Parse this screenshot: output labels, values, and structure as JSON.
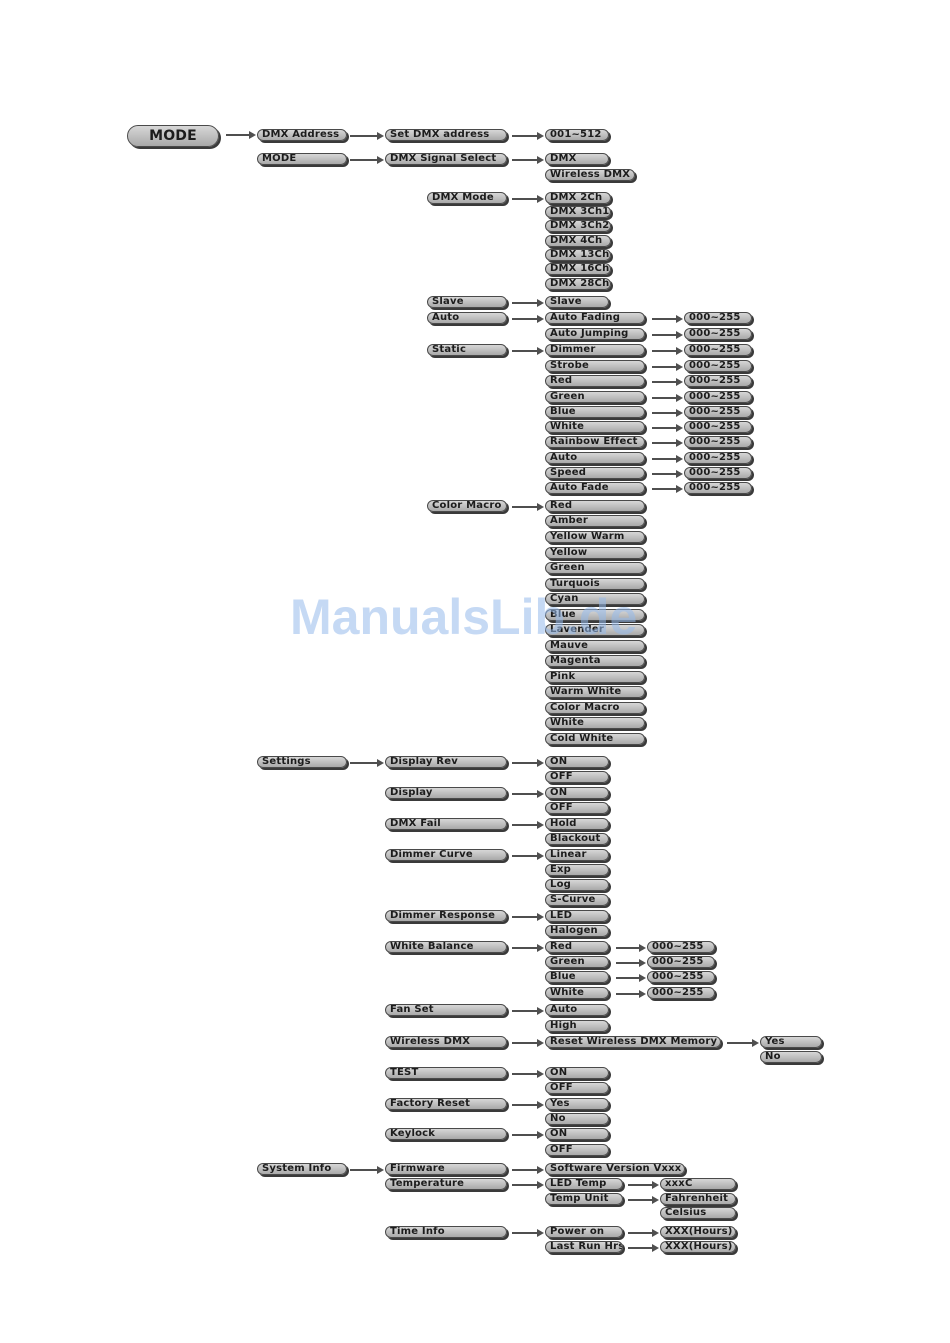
{
  "nodes": {
    "mode_root": "MODE",
    "dmx_address": "DMX Address",
    "mode": "MODE",
    "settings": "Settings",
    "system_info": "System Info",
    "set_dmx_address": "Set DMX address",
    "addr_range": "001~512",
    "dmx_signal_select": "DMX Signal Select",
    "sig_dmx": "DMX",
    "sig_wireless_dmx": "Wireless DMX",
    "dmx_mode": "DMX Mode",
    "dm_2ch": "DMX 2Ch",
    "dm_3ch1": "DMX 3Ch1",
    "dm_3ch2": "DMX 3Ch2",
    "dm_4ch": "DMX 4Ch",
    "dm_13ch": "DMX 13Ch",
    "dm_16ch": "DMX 16Ch",
    "dm_28ch": "DMX 28Ch",
    "slave": "Slave",
    "slave_opt": "Slave",
    "auto": "Auto",
    "auto_fading": "Auto Fading",
    "auto_jumping": "Auto Jumping",
    "static": "Static",
    "st_dimmer": "Dimmer",
    "st_strobe": "Strobe",
    "st_red": "Red",
    "st_green": "Green",
    "st_blue": "Blue",
    "st_white": "White",
    "st_rainbow": "Rainbow Effect",
    "st_auto": "Auto",
    "st_speed": "Speed",
    "st_auto_fade": "Auto Fade",
    "range_255": "000~255",
    "color_macro": "Color Macro",
    "cm_red": "Red",
    "cm_amber": "Amber",
    "cm_yellow_warm": "Yellow Warm",
    "cm_yellow": "Yellow",
    "cm_green": "Green",
    "cm_turquois": "Turquois",
    "cm_cyan": "Cyan",
    "cm_blue": "Blue",
    "cm_lavender": "Lavender",
    "cm_mauve": "Mauve",
    "cm_magenta": "Magenta",
    "cm_pink": "Pink",
    "cm_warm_white": "Warm White",
    "cm_color_macro": "Color Macro",
    "cm_white": "White",
    "cm_cold_white": "Cold White",
    "display_rev": "Display Rev",
    "display": "Display",
    "dmx_fail": "DMX Fail",
    "dimmer_curve": "Dimmer Curve",
    "dimmer_response": "Dimmer Response",
    "white_balance": "White Balance",
    "fan_set": "Fan Set",
    "wireless_dmx": "Wireless DMX",
    "test": "TEST",
    "factory_reset": "Factory Reset",
    "keylock": "Keylock",
    "on": "ON",
    "off": "OFF",
    "hold": "Hold",
    "blackout": "Blackout",
    "linear": "Linear",
    "exp": "Exp",
    "log": "Log",
    "s_curve": "S-Curve",
    "led": "LED",
    "halogen": "Halogen",
    "wb_red": "Red",
    "wb_green": "Green",
    "wb_blue": "Blue",
    "wb_white": "White",
    "fan_auto": "Auto",
    "fan_high": "High",
    "reset_wireless_mem": "Reset Wireless DMX Memory",
    "yes": "Yes",
    "no": "No",
    "firmware": "Firmware",
    "temperature": "Temperature",
    "time_info": "Time Info",
    "software_version": "Software Version Vxxx",
    "led_temp": "LED Temp",
    "temp_unit": "Temp Unit",
    "xxxc": "xxxC",
    "fahrenheit": "Fahrenheit",
    "celsius": "Celsius",
    "power_on": "Power on",
    "last_run_hrs": "Last Run Hrs",
    "xxx_hours": "XXX(Hours)"
  },
  "watermark": "ManualsLib.de",
  "colors": {
    "button_fill": "#bcbcbc",
    "button_border": "#4a4a4a",
    "arrow": "#4f4f4f",
    "watermark": "#96b9eb"
  }
}
